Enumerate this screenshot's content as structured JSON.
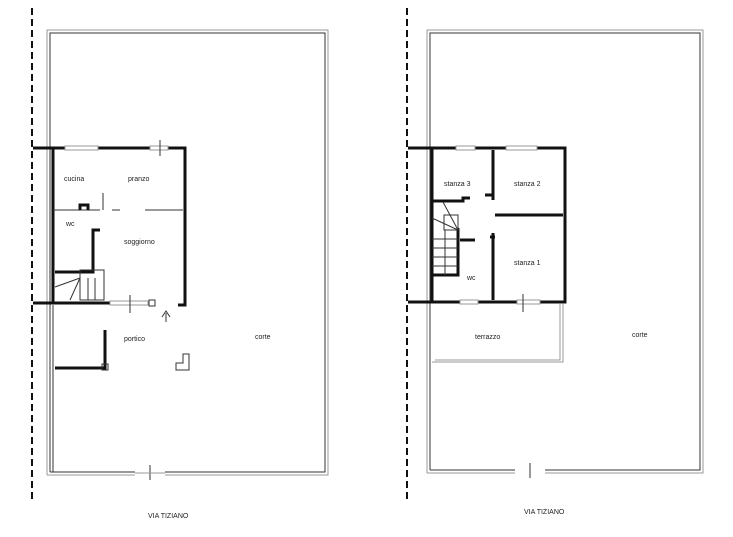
{
  "ground_floor": {
    "rooms": {
      "cucina": "cucina",
      "pranzo": "pranzo",
      "wc": "wc",
      "soggiorno": "soggiorno",
      "portico": "portico",
      "corte": "corte"
    },
    "street": "VIA TIZIANO"
  },
  "first_floor": {
    "rooms": {
      "stanza_3": "stanza 3",
      "stanza_2": "stanza 2",
      "stanza_1": "stanza 1",
      "wc": "wc",
      "terrazzo": "terrazzo",
      "corte": "corte"
    },
    "street": "VIA TIZIANO"
  }
}
